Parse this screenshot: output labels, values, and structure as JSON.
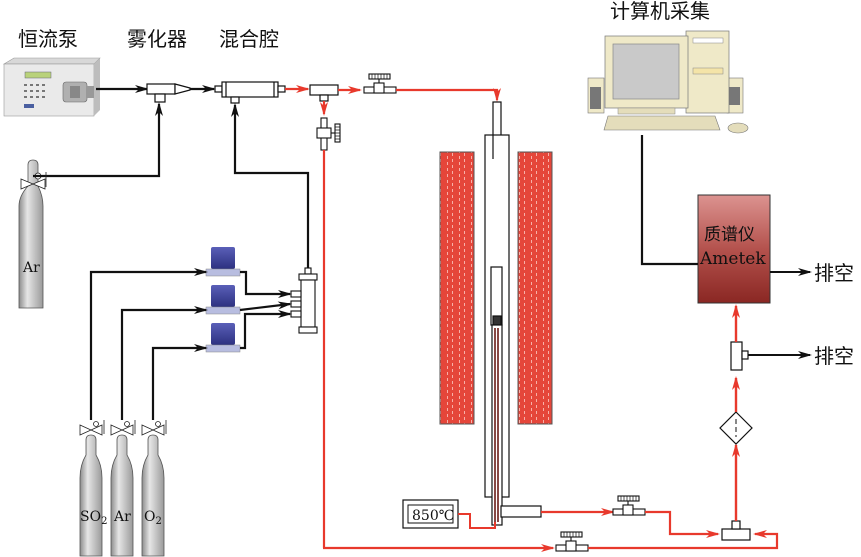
{
  "diagram": {
    "type": "experimental apparatus schematic",
    "labels": {
      "pump": "恒流泵",
      "atomizer": "雾化器",
      "mixing_chamber": "混合腔",
      "computer": "计算机采集",
      "mass_spec_line1": "质谱仪",
      "mass_spec_line2": "Ametek",
      "vent_1": "排空",
      "vent_2": "排空",
      "temperature": "850℃"
    },
    "cylinders": [
      {
        "id": "ar-top",
        "gas": "Ar",
        "sub": ""
      },
      {
        "id": "so2",
        "gas": "SO",
        "sub": "2"
      },
      {
        "id": "ar",
        "gas": "Ar",
        "sub": ""
      },
      {
        "id": "o2",
        "gas": "O",
        "sub": "2"
      }
    ],
    "colors": {
      "gas_line": "#111111",
      "hot_line": "#e8392c",
      "furnace": "#e5463a",
      "mass_spec_top": "#d98a88",
      "mass_spec_bottom": "#8e2a26",
      "flow_controller": "#3b3f9a",
      "cylinder": "#bdbdbd"
    }
  }
}
